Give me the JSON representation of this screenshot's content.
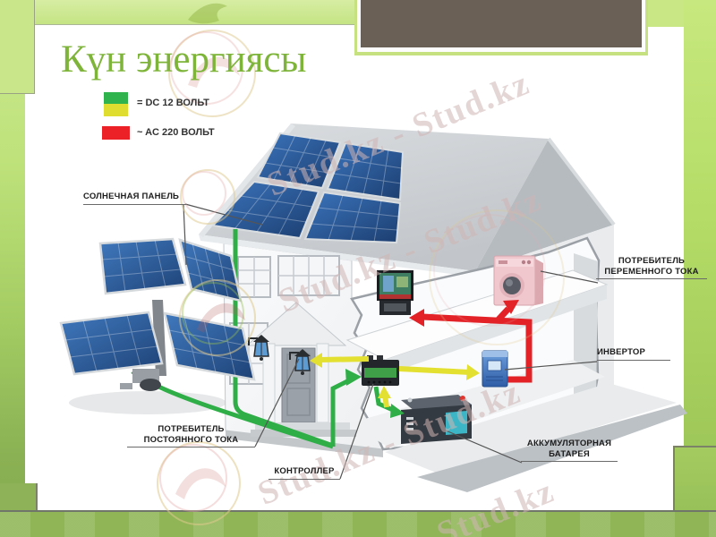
{
  "slide": {
    "title": "Күн энергиясы",
    "legend": {
      "dc_label": "= DC 12 ВОЛЬТ",
      "ac_label": "~ AC 220 ВОЛЬТ"
    },
    "labels": {
      "solar_panel": "СОЛНЕЧНАЯ ПАНЕЛЬ",
      "ac_consumer_line1": "ПОТРЕБИТЕЛЬ",
      "ac_consumer_line2": "ПЕРЕМЕННОГО ТОКА",
      "inverter": "ИНВЕРТОР",
      "battery_line1": "АККУМУЛЯТОРНАЯ",
      "battery_line2": "БАТАРЕЯ",
      "controller": "КОНТРОЛЛЕР",
      "dc_consumer_line1": "ПОТРЕБИТЕЛЬ",
      "dc_consumer_line2": "ПОСТОЯННОГО ТОКА"
    },
    "colors": {
      "title_green": "#7eb43a",
      "dc_wire_green": "#2fae47",
      "dc_wire_yellow": "#e3e032",
      "ac_wire_red": "#e32227",
      "frame_light_green": "#cdea96",
      "frame_dark_green": "#8fb557",
      "top_block_brown": "#6a6055",
      "solar_panel_blue": "#2a5ca8"
    }
  },
  "watermark": {
    "text_full": "Stud.kz - Stud.kz",
    "text_short": "Stud.kz"
  }
}
